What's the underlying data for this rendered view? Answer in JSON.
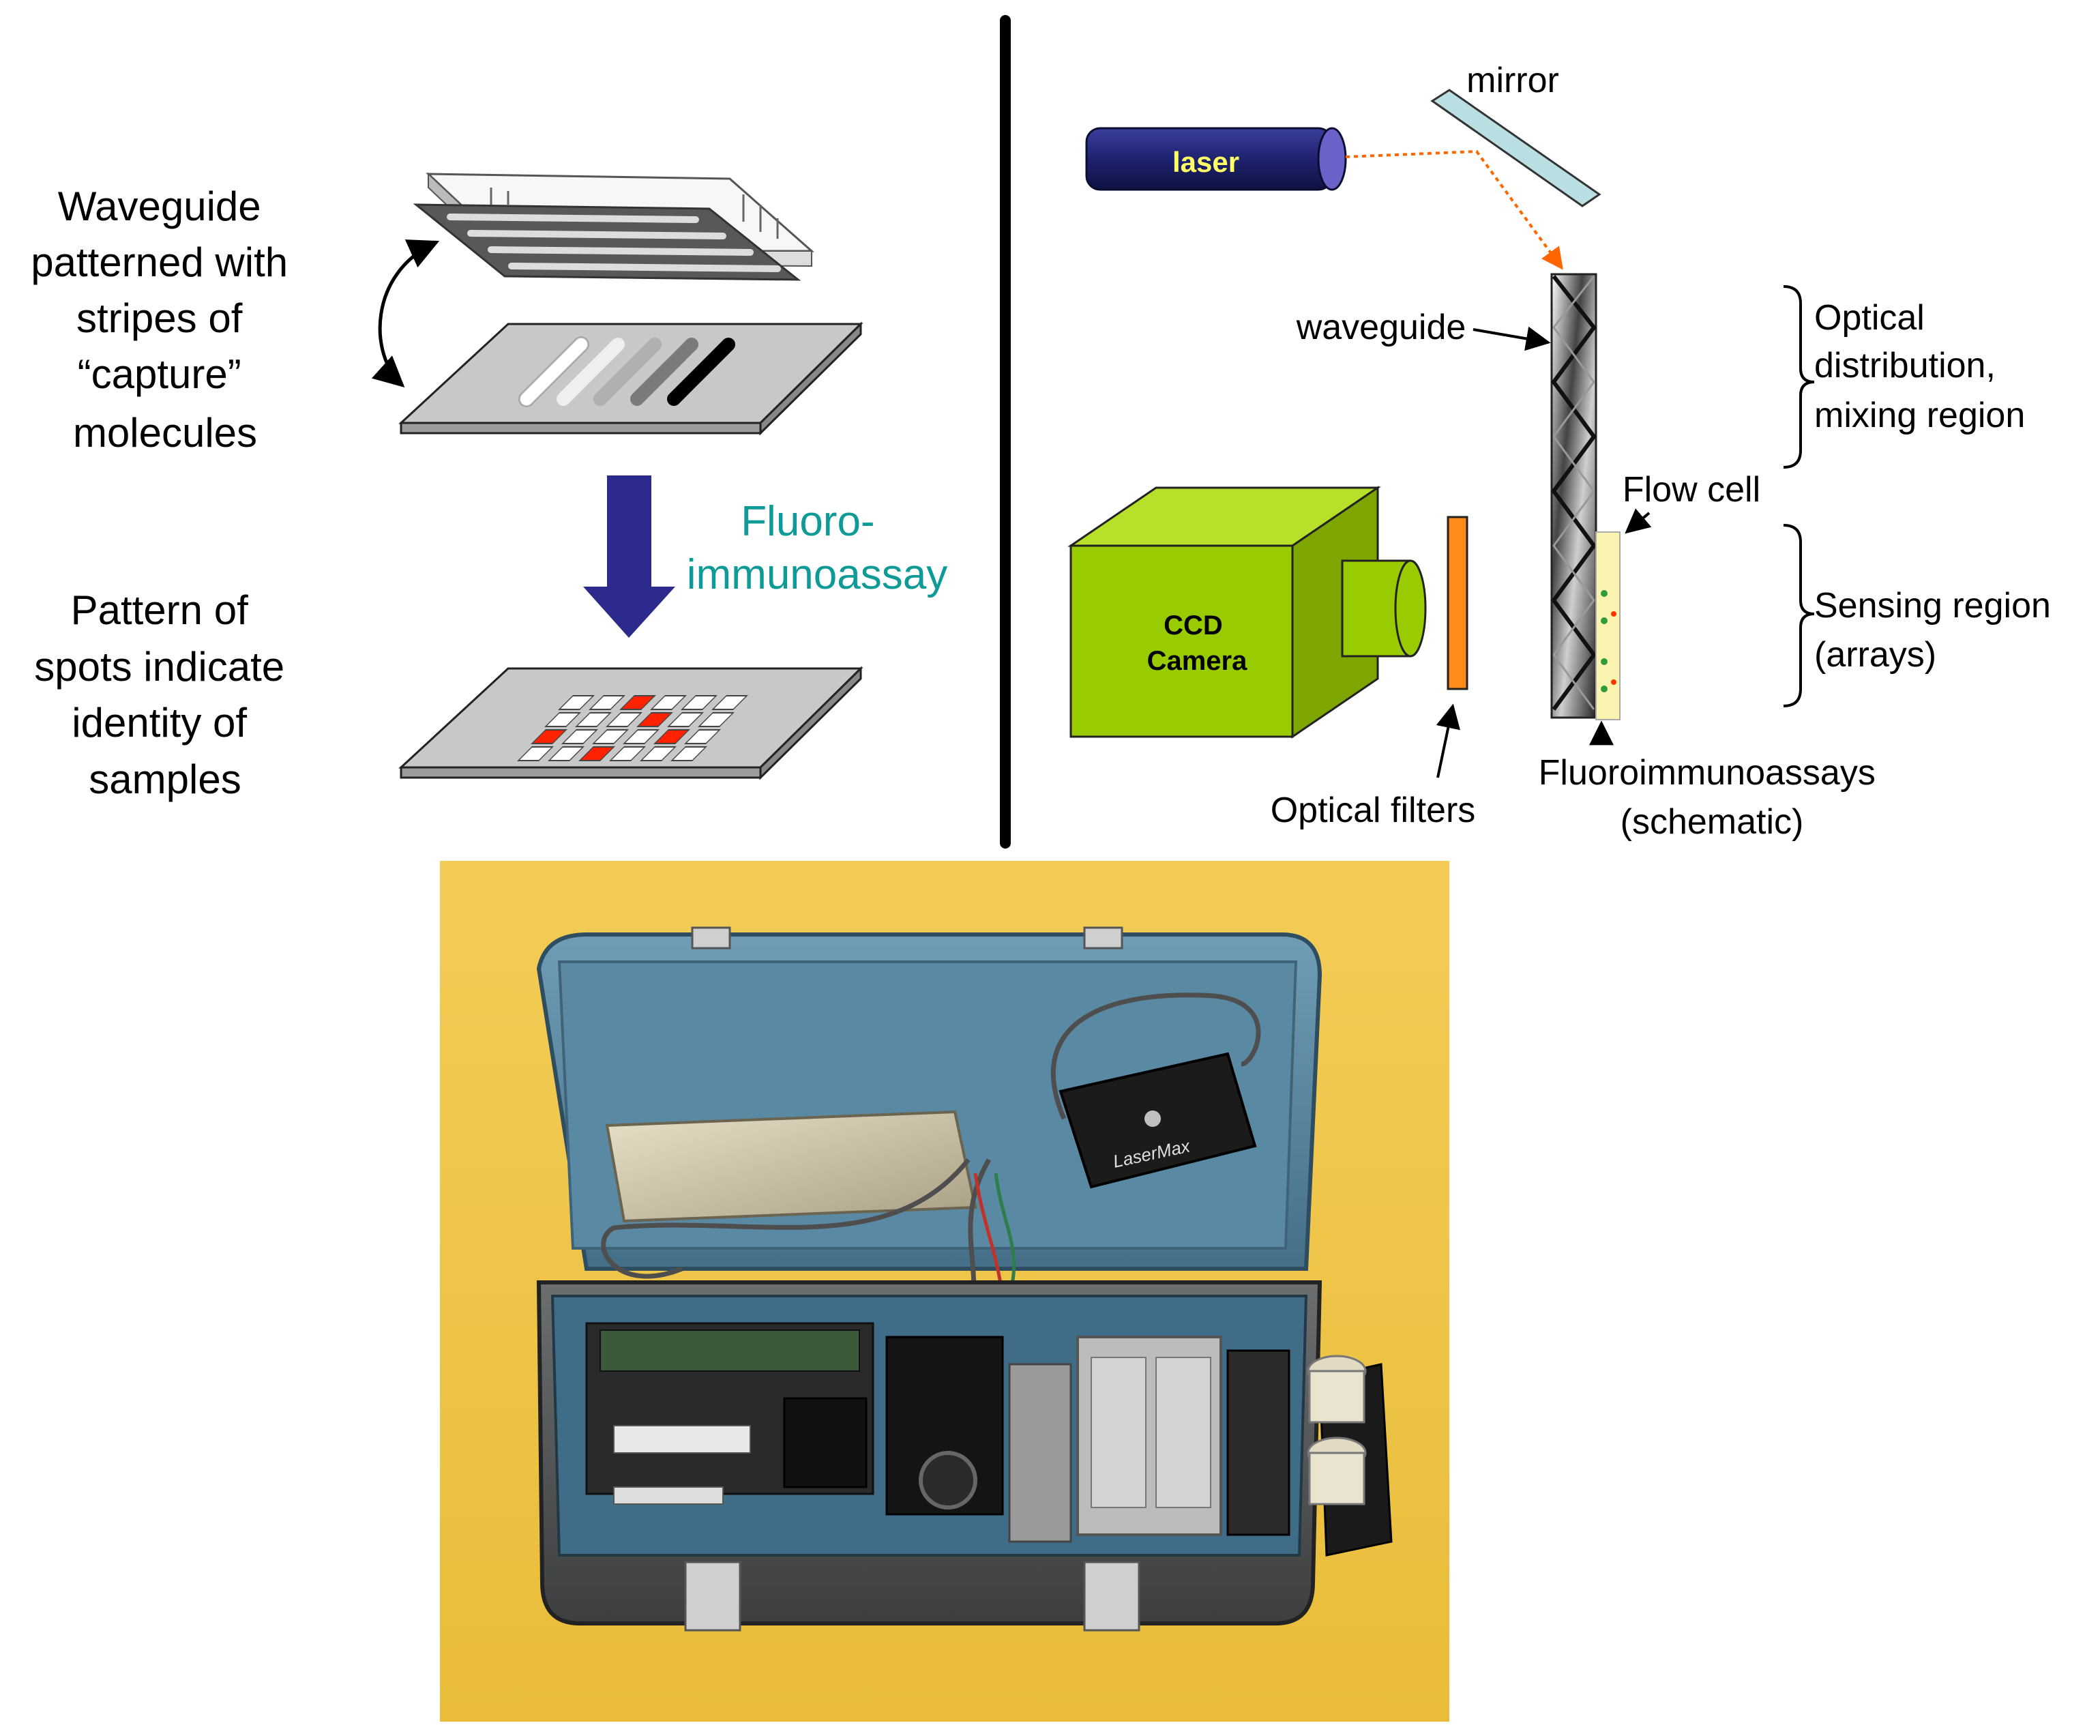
{
  "left_panel": {
    "top_caption": [
      "Waveguide",
      "patterned with",
      "stripes of",
      "“capture”",
      "molecules"
    ],
    "bottom_caption": [
      "Pattern of",
      "spots indicate",
      "identity of",
      "samples"
    ],
    "assay_label": [
      "Fluoro-",
      "immunoassay"
    ]
  },
  "right_panel": {
    "laser_label": "laser",
    "mirror_label": "mirror",
    "waveguide_label": "waveguide",
    "camera_label": [
      "CCD",
      "Camera"
    ],
    "filters_label": "Optical filters",
    "flowcell_label": "Flow cell",
    "fia_label": [
      "Fluoroimmunoassays",
      "(schematic)"
    ],
    "mixing_label": [
      "Optical",
      "distribution,",
      "mixing region"
    ],
    "sensing_label": [
      "Sensing region",
      "(arrays)"
    ]
  },
  "photo": {
    "device_brand": "LaserMax"
  },
  "colors": {
    "assay_text": "#0e9a96",
    "laser_body": "#1f2270",
    "laser_label": "#ffff66",
    "mirror": "#b9dfe3",
    "camera": "#99cc00",
    "filter": "#ff8c1a",
    "beam": "#ff6600",
    "down_arrow": "#2d2a8e",
    "spot_red": "#ff2200",
    "photo_background": "#f1c74c",
    "case_blue": "#5e8ea8"
  }
}
